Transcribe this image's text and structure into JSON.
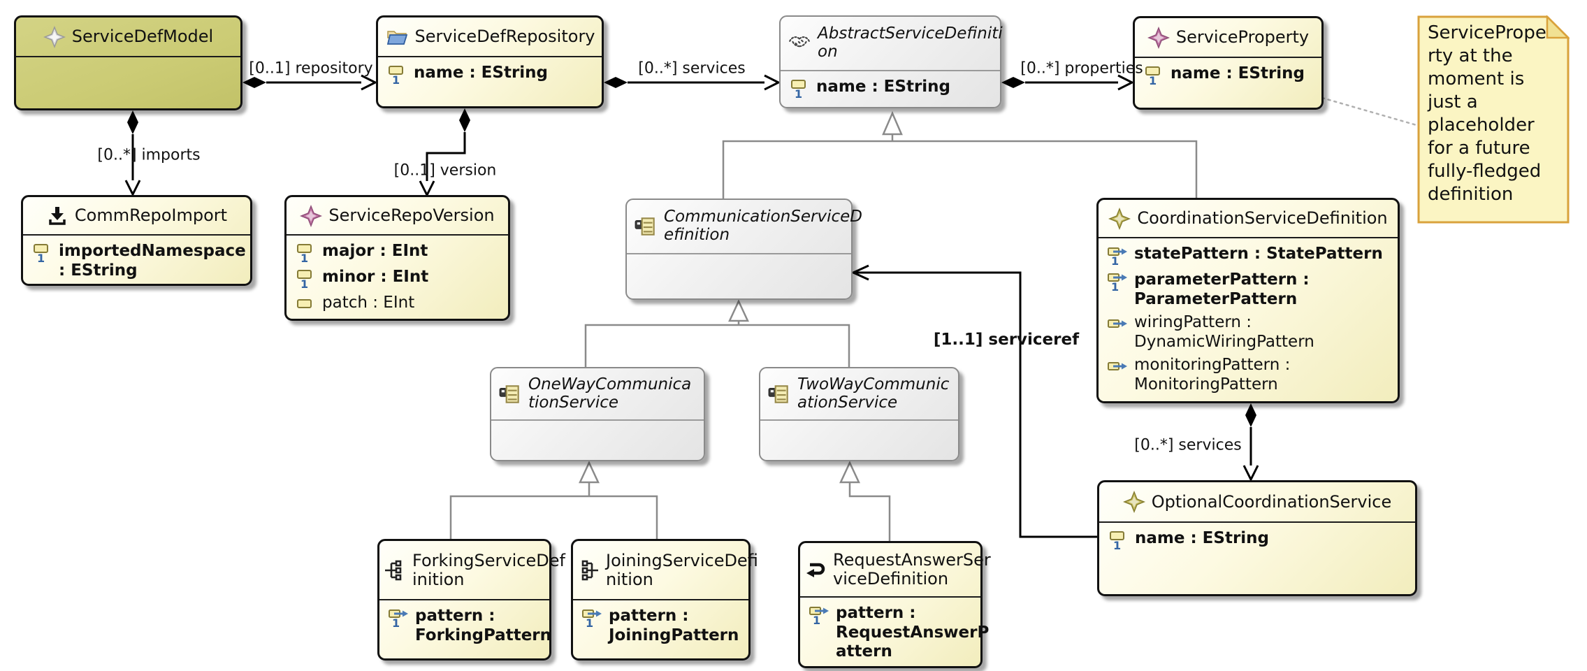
{
  "colors": {
    "box-cream-1": "#fffffa",
    "box-cream-2": "#f2edbd",
    "box-olive": "#cbcb74",
    "box-gray-1": "#fdfdfd",
    "box-gray-2": "#e4e4e4",
    "note-fill": "#fbf5c3",
    "note-border": "#d9a23c",
    "association": "#000000",
    "generalization": "#8a8a8a",
    "attr-number-blue": "#3465a4",
    "attr-icon-yellow": "#f7efb3"
  },
  "classes": {
    "model": {
      "name": "ServiceDefModel"
    },
    "repo": {
      "name": "ServiceDefRepository",
      "attr_name": "name : EString"
    },
    "abstract_def": {
      "name": "AbstractServiceDefiniti\non",
      "attr_name": "name : EString"
    },
    "property": {
      "name": "ServiceProperty",
      "attr_name": "name : EString"
    },
    "import": {
      "name": "CommRepoImport",
      "attr_imported": "importedNamespace\n: EString"
    },
    "version": {
      "name": "ServiceRepoVersion",
      "attr_major": "major : EInt",
      "attr_minor": "minor : EInt",
      "attr_patch": "patch : EInt"
    },
    "comm": {
      "name": "CommunicationServiceD\nefinition"
    },
    "coord": {
      "name": "CoordinationServiceDefinition",
      "attr_state": "statePattern : StatePattern",
      "attr_parameter": "parameterPattern :\nParameterPattern",
      "attr_wiring": "wiringPattern :\nDynamicWiringPattern",
      "attr_monitoring": "monitoringPattern :\nMonitoringPattern"
    },
    "oneway": {
      "name": "OneWayCommunica\ntionService"
    },
    "twoway": {
      "name": "TwoWayCommunic\nationService"
    },
    "forking": {
      "name": "ForkingServiceDef\ninition",
      "attr_pattern": "pattern :\nForkingPattern"
    },
    "joining": {
      "name": "JoiningServiceDefi\nnition",
      "attr_pattern": "pattern :\nJoiningPattern"
    },
    "reqans": {
      "name": "RequestAnswerSer\nviceDefinition",
      "attr_pattern": "pattern :\nRequestAnswerP\nattern"
    },
    "optional": {
      "name": "OptionalCoordinationService",
      "attr_name": "name : EString"
    }
  },
  "edges": {
    "repository": {
      "label": "[0..1] repository"
    },
    "services_top": {
      "label": "[0..*] services"
    },
    "properties": {
      "label": "[0..*] properties"
    },
    "imports": {
      "label": "[0..*] imports"
    },
    "version": {
      "label": "[0..1] version"
    },
    "serviceref": {
      "label": "[1..1] serviceref"
    },
    "services_bottom": {
      "label": "[0..*] services"
    }
  },
  "note": {
    "text": "ServicePrope\nrty at the\nmoment is\njust a\nplaceholder\nfor a future\nfully-fledged\ndefinition"
  }
}
